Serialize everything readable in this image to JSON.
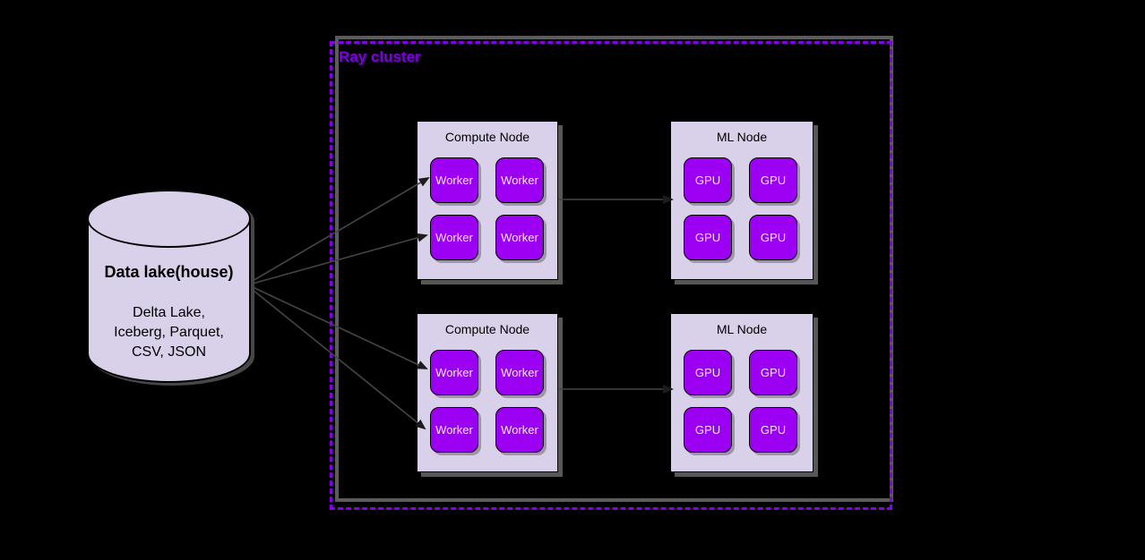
{
  "diagram": {
    "background_color": "#000000",
    "datalake": {
      "title": "Data lake(house)",
      "format_lines": [
        "Delta Lake,",
        "Iceberg, Parquet,",
        "CSV, JSON"
      ],
      "fill_color": "#d9d0e9",
      "text_color": "#000000"
    },
    "cluster": {
      "title": "Ray cluster",
      "title_color": "#7d00e0",
      "dashed_border_color": "#8400e6",
      "gray_border_color": "#5c5c5c",
      "nodes": [
        {
          "title": "Compute Node",
          "chips": [
            "Worker",
            "Worker",
            "Worker",
            "Worker"
          ]
        },
        {
          "title": "ML Node",
          "chips": [
            "GPU",
            "GPU",
            "GPU",
            "GPU"
          ]
        },
        {
          "title": "Compute Node",
          "chips": [
            "Worker",
            "Worker",
            "Worker",
            "Worker"
          ]
        },
        {
          "title": "ML Node",
          "chips": [
            "GPU",
            "GPU",
            "GPU",
            "GPU"
          ]
        }
      ],
      "node_fill_color": "#d9d0e9",
      "chip_fill_color": "#9b00f2",
      "chip_text_color": "#f6e4ff"
    }
  }
}
